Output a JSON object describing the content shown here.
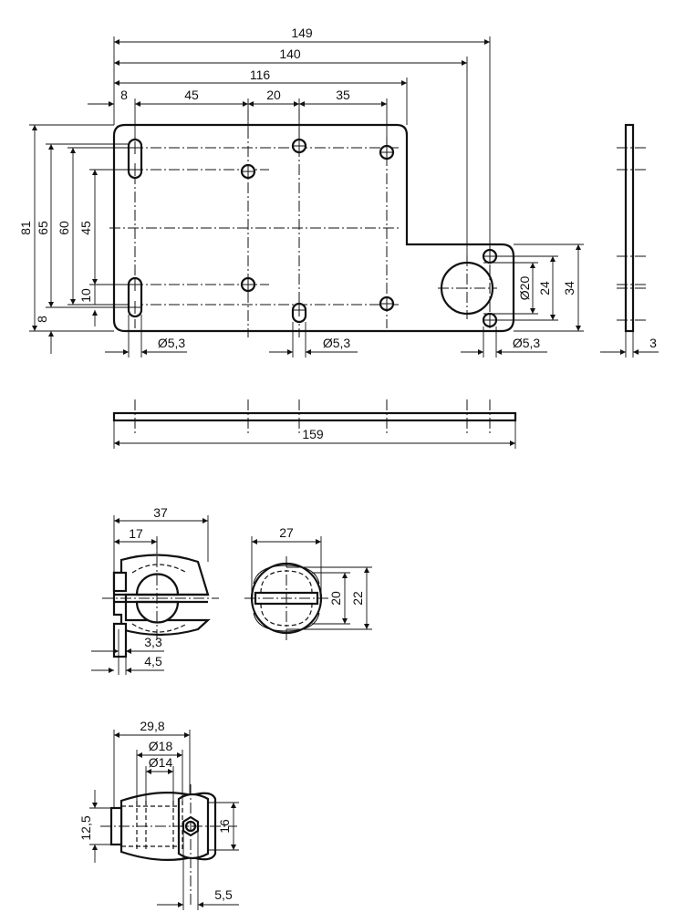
{
  "plate_top": {
    "dims_horizontal": {
      "overall_149": "149",
      "to_140": "140",
      "to_116": "116",
      "seg_8": "8",
      "seg_45": "45",
      "seg_20": "20",
      "seg_35": "35"
    },
    "dims_vertical": {
      "height_81": "81",
      "height_65": "65",
      "height_60": "60",
      "height_45": "45",
      "seg_10": "10",
      "seg_8": "8"
    },
    "dims_right": {
      "bore_diameter": "Ø20",
      "height_24": "24",
      "height_34": "34"
    },
    "hole_labels": [
      "Ø5,3",
      "Ø5,3",
      "Ø5,3"
    ]
  },
  "plate_side": {
    "thickness": "3"
  },
  "plate_bottom": {
    "length": "159"
  },
  "clamp_side": {
    "width_37": "37",
    "width_17": "17",
    "dim_3_3": "3,3",
    "dim_4_5": "4,5"
  },
  "clamp_front": {
    "width_27": "27",
    "height_20": "20",
    "height_22": "22"
  },
  "clamp_bottom": {
    "width_29_8": "29,8",
    "dia_18": "Ø18",
    "dia_14": "Ø14",
    "height_12_5": "12,5",
    "height_16": "16",
    "dim_5_5": "5,5"
  }
}
